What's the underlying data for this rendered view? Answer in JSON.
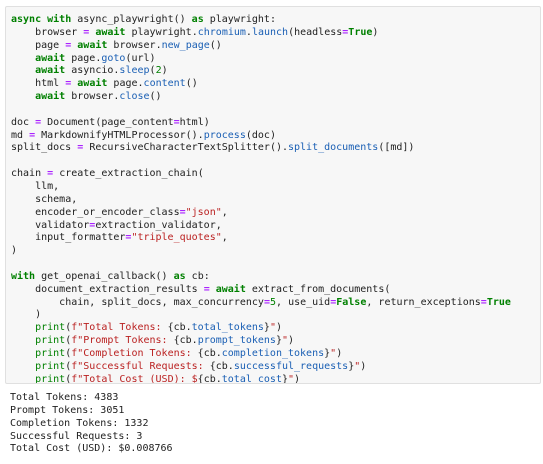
{
  "code_cell": {
    "lines": [
      "async with async_playwright() as playwright:",
      "    browser = await playwright.chromium.launch(headless=True)",
      "    page = await browser.new_page()",
      "    await page.goto(url)",
      "    await asyncio.sleep(2)",
      "    html = await page.content()",
      "    await browser.close()",
      "",
      "doc = Document(page_content=html)",
      "md = MarkdownifyHTMLProcessor().process(doc)",
      "split_docs = RecursiveCharacterTextSplitter().split_documents([md])",
      "",
      "chain = create_extraction_chain(",
      "    llm,",
      "    schema,",
      "    encoder_or_encoder_class=\"json\",",
      "    validator=extraction_validator,",
      "    input_formatter=\"triple_quotes\",",
      ")",
      "",
      "with get_openai_callback() as cb:",
      "    document_extraction_results = await extract_from_documents(",
      "        chain, split_docs, max_concurrency=5, use_uid=False, return_exceptions=True",
      "    )",
      "    print(f\"Total Tokens: {cb.total_tokens}\")",
      "    print(f\"Prompt Tokens: {cb.prompt_tokens}\")",
      "    print(f\"Completion Tokens: {cb.completion_tokens}\")",
      "    print(f\"Successful Requests: {cb.successful_requests}\")",
      "    print(f\"Total Cost (USD): ${cb.total_cost}\")"
    ]
  },
  "output": {
    "lines": [
      "Total Tokens: 4383",
      "Prompt Tokens: 3051",
      "Completion Tokens: 1332",
      "Successful Requests: 3",
      "Total Cost (USD): $0.008766"
    ]
  },
  "colors": {
    "keyword": "#008000",
    "operator": "#aa22ff",
    "function": "#1a5fb4",
    "string": "#ba2121",
    "cell_background": "#f7f7f7",
    "cell_border": "#e0e0e0"
  }
}
